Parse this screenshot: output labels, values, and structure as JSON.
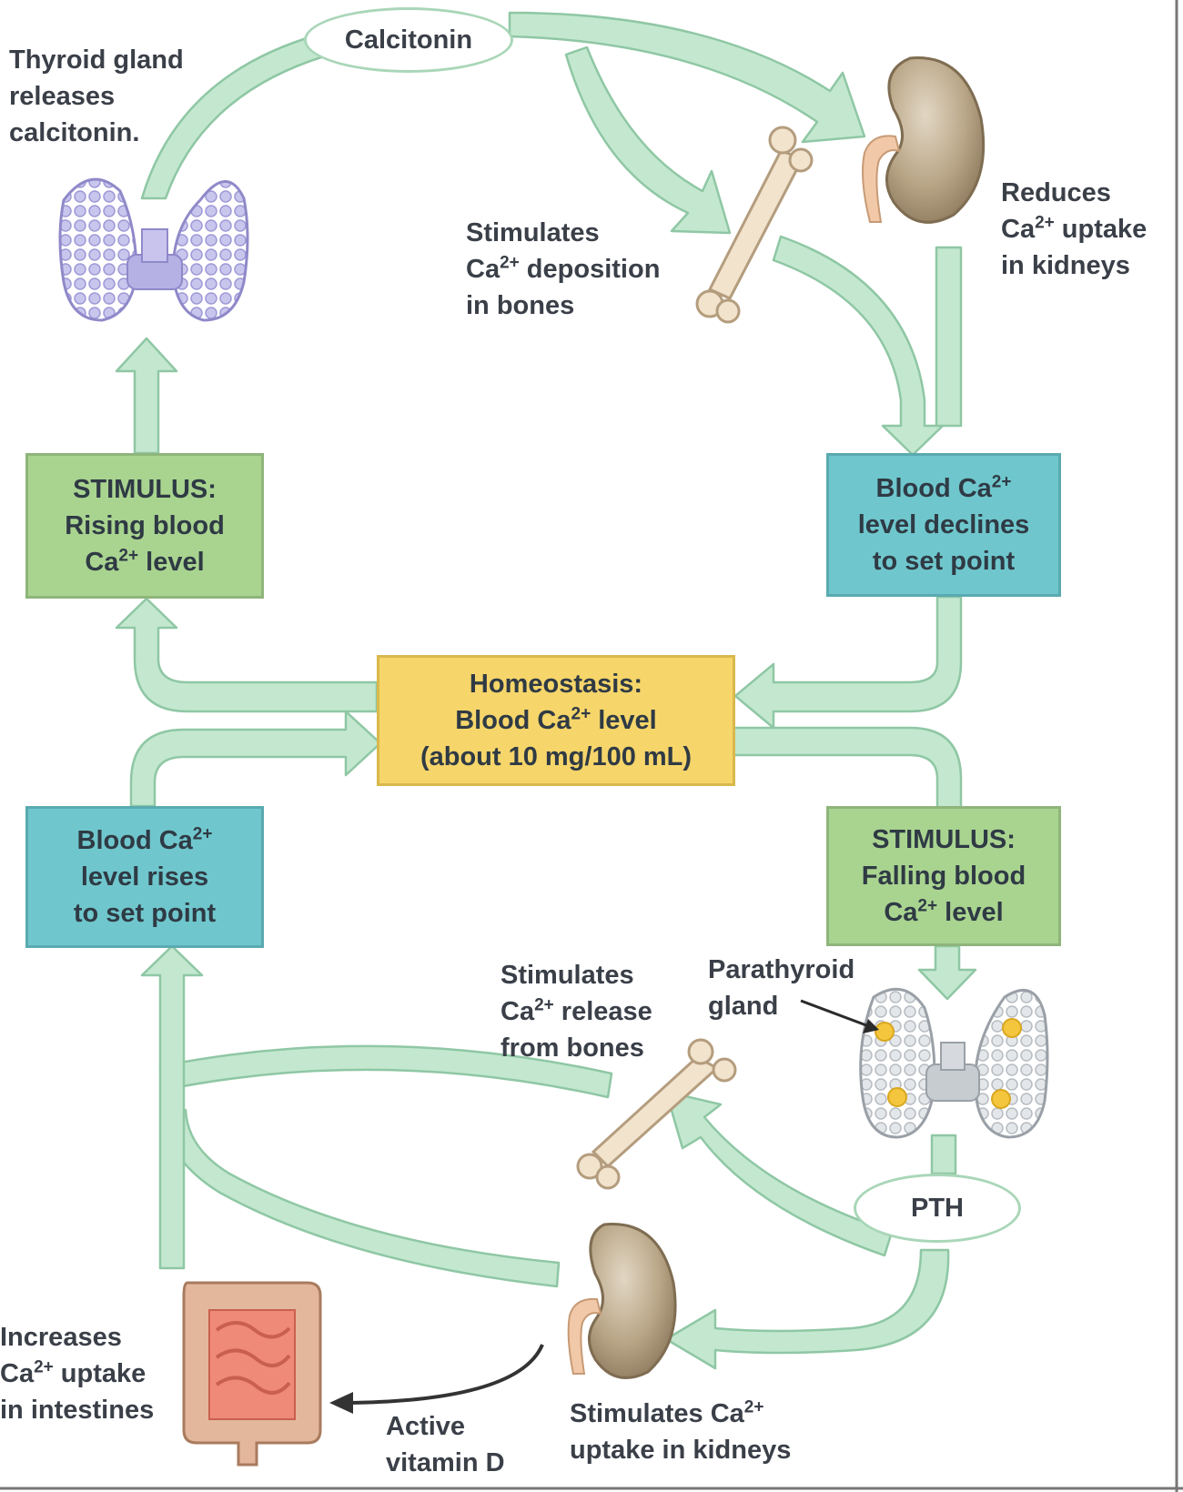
{
  "ovals": {
    "calcitonin": "Calcitonin",
    "pth": "PTH"
  },
  "boxes": {
    "stimulus_rising": {
      "line1": "STIMULUS:",
      "line2": "Rising blood",
      "line3_pre": "Ca",
      "line3_sup": "2+",
      "line3_post": " level"
    },
    "level_declines": {
      "line1_pre": "Blood Ca",
      "line1_sup": "2+",
      "line2": "level declines",
      "line3": "to set point"
    },
    "homeostasis": {
      "line1": "Homeostasis:",
      "line2_pre": "Blood Ca",
      "line2_sup": "2+",
      "line2_post": " level",
      "line3": "(about 10 mg/100 mL)"
    },
    "level_rises": {
      "line1_pre": "Blood Ca",
      "line1_sup": "2+",
      "line2": "level rises",
      "line3": "to set point"
    },
    "stimulus_falling": {
      "line1": "STIMULUS:",
      "line2": "Falling blood",
      "line3_pre": "Ca",
      "line3_sup": "2+",
      "line3_post": " level"
    }
  },
  "labels": {
    "thyroid_releases": [
      "Thyroid gland",
      "releases",
      "calcitonin."
    ],
    "deposition": {
      "line1": "Stimulates",
      "line2_pre": "Ca",
      "line2_sup": "2+",
      "line2_post": " deposition",
      "line3": "in bones"
    },
    "reduces_uptake": {
      "line1": "Reduces",
      "line2_pre": "Ca",
      "line2_sup": "2+",
      "line2_post": " uptake",
      "line3": "in kidneys"
    },
    "release_bones": {
      "line1": "Stimulates",
      "line2_pre": "Ca",
      "line2_sup": "2+",
      "line2_post": " release",
      "line3": "from bones"
    },
    "parathyroid": [
      "Parathyroid",
      "gland"
    ],
    "intestines": {
      "line1": "Increases",
      "line2_pre": "Ca",
      "line2_sup": "2+",
      "line2_post": " uptake",
      "line3": "in intestines"
    },
    "vitamin_d": [
      "Active",
      "vitamin D"
    ],
    "kidney_uptake": {
      "line1_pre": "Stimulates Ca",
      "line1_sup": "2+",
      "line2": "uptake in kidneys"
    }
  },
  "colors": {
    "arrow_fill": "#c3e8cf",
    "stimulus_box": "#a9d490",
    "result_box": "#6fc7cd",
    "homeostasis_box": "#f6d56a"
  }
}
